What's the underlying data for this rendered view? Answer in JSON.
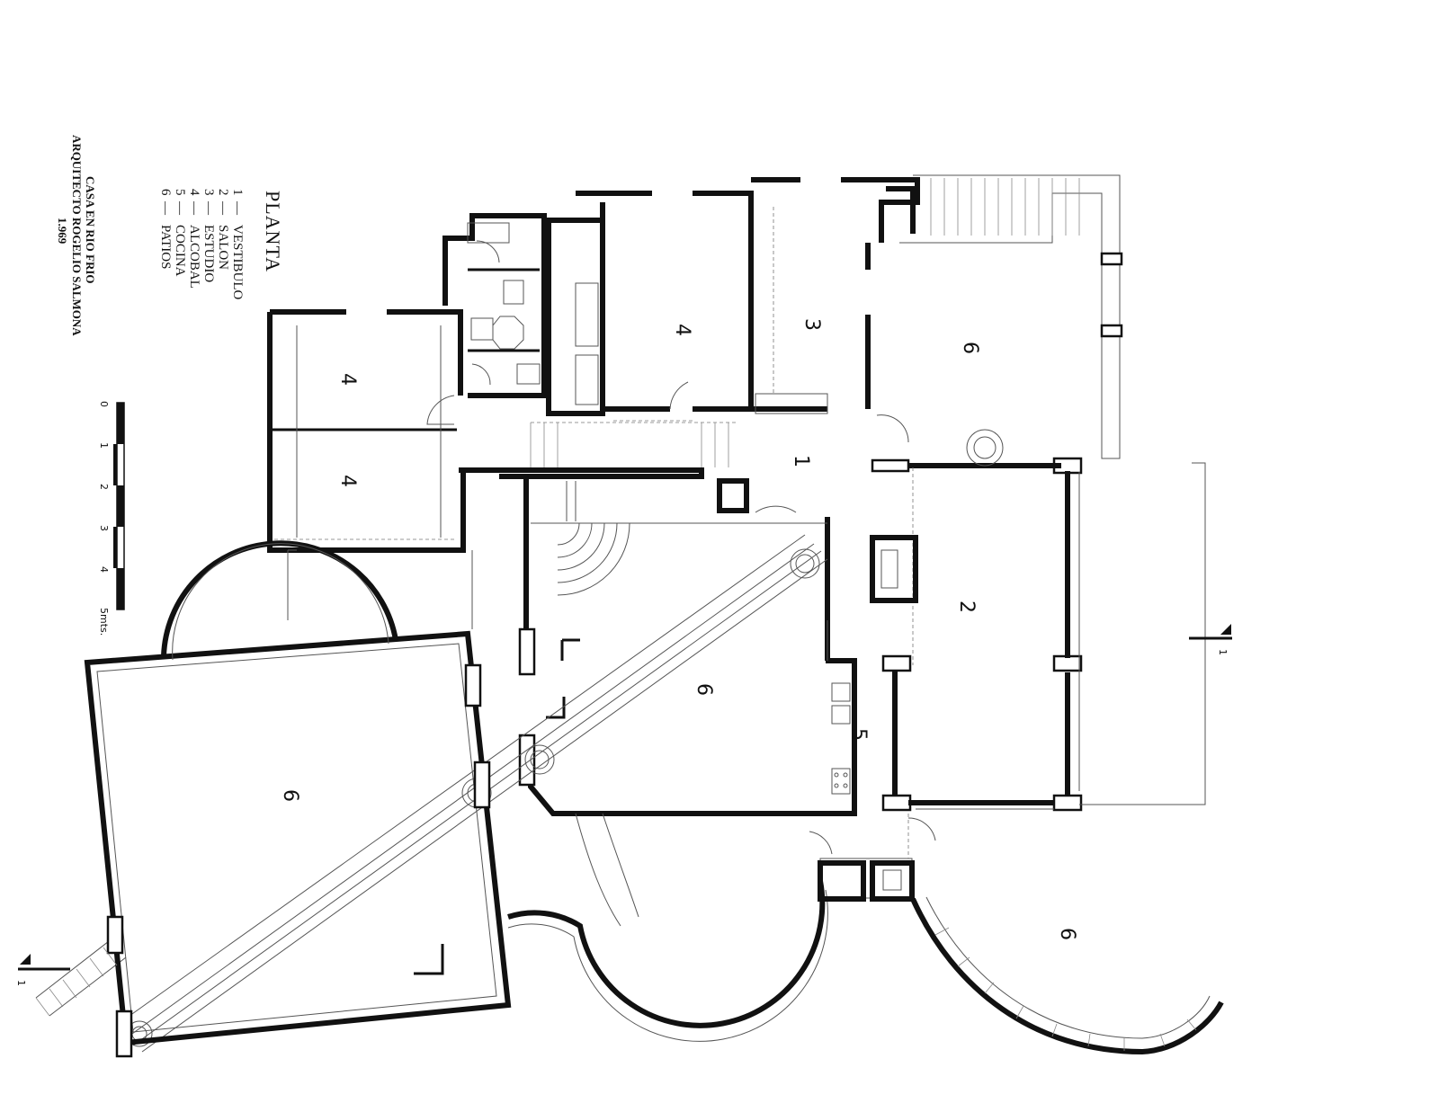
{
  "legend": {
    "title": "PLANTA",
    "items": [
      {
        "num": "1",
        "dash": "—",
        "label": "VESTIBULO"
      },
      {
        "num": "2",
        "dash": "—",
        "label": "SALON"
      },
      {
        "num": "3",
        "dash": "—",
        "label": "ESTUDIO"
      },
      {
        "num": "4",
        "dash": "—",
        "label": "ALCOBAL"
      },
      {
        "num": "5",
        "dash": "—",
        "label": "COCINA"
      },
      {
        "num": "6",
        "dash": "—",
        "label": "PATIOS"
      }
    ]
  },
  "credits": {
    "project": "CASA EN RIO FRIO",
    "architect": "ARQUITECTO ROGELIO SALMONA",
    "year": "1.969"
  },
  "scale": {
    "ticks": [
      "0",
      "1",
      "2",
      "3",
      "4",
      "5mts."
    ]
  },
  "section_markers": {
    "right": "1",
    "left": "1"
  },
  "rooms": {
    "vestibulo": "1",
    "salon": "2",
    "estudio": "3",
    "alcoba_upper": "4",
    "alcoba_left_a": "4",
    "alcoba_left_b": "4",
    "cocina": "5",
    "patio_ne": "6",
    "patio_center": "6",
    "patio_big": "6",
    "patio_se": "6"
  }
}
